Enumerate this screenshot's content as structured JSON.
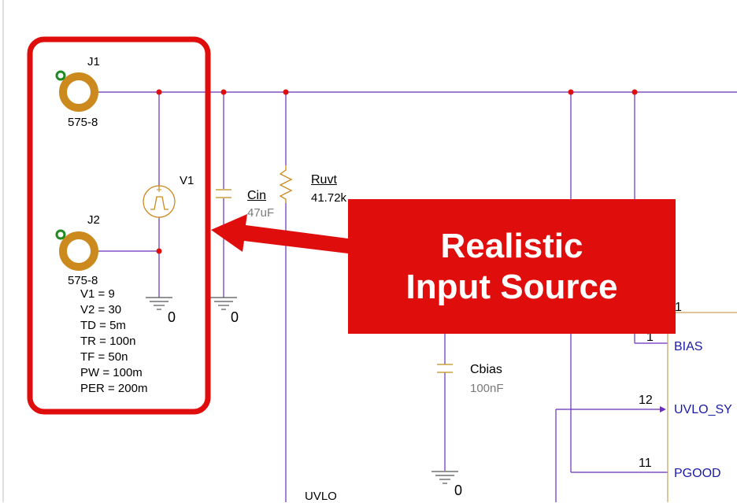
{
  "connectors": [
    {
      "ref": "J1",
      "part": "575-8"
    },
    {
      "ref": "J2",
      "part": "575-8"
    }
  ],
  "source": {
    "ref": "V1",
    "params": [
      "V1 = 9",
      "V2 = 30",
      "TD = 5m",
      "TR = 100n",
      "TF = 50n",
      "PW = 100m",
      "PER = 200m"
    ]
  },
  "components": {
    "cin": {
      "ref": "Cin",
      "value": "47uF"
    },
    "ruvt": {
      "ref": "Ruvt",
      "value": "41.72k"
    },
    "cbias": {
      "ref": "Cbias",
      "value": "100nF"
    }
  },
  "grounds": [
    "0",
    "0",
    "0"
  ],
  "nets": {
    "uvlo": "UVLO"
  },
  "ic_pins": [
    {
      "number": "1",
      "name": ""
    },
    {
      "number": "1",
      "name": "BIAS"
    },
    {
      "number": "12",
      "name": "UVLO_SY"
    },
    {
      "number": "11",
      "name": "PGOOD"
    }
  ],
  "callout": {
    "line1": "Realistic",
    "line2": "Input Source"
  },
  "colors": {
    "wire": "#6b2fb8",
    "connector": "#cc8a1e",
    "highlight": "#e00d0d",
    "capacitor": "#c9a23f",
    "pin_text": "#1a1aa8"
  }
}
